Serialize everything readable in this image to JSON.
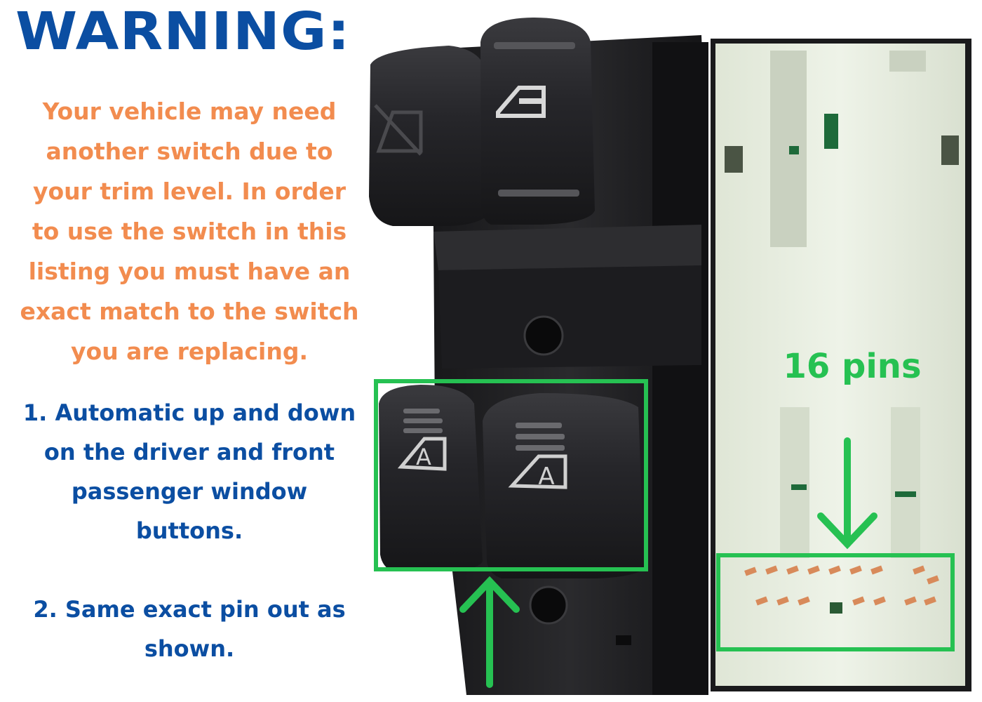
{
  "warning": {
    "title": "WARNING:",
    "body_lines": [
      "Your vehicle may need",
      "another switch due to",
      "your trim level. In order",
      "to use the switch in this",
      "listing you must have an",
      "exact match to the switch",
      "you are replacing."
    ]
  },
  "features": {
    "item1_lines": [
      "1. Automatic up and down",
      "on the driver and front",
      "passenger window",
      "buttons."
    ],
    "item2_lines": [
      "2. Same exact pin out as",
      "shown."
    ]
  },
  "photo": {
    "pins_label": "16 pins",
    "button_glyph_left": "A",
    "button_glyph_right": "A"
  },
  "colors": {
    "title_blue": "#0b4ea2",
    "warning_orange": "#f28c4f",
    "highlight_green": "#26c152",
    "switch_black": "#1f1f21",
    "housing_white": "#e9efe2"
  }
}
